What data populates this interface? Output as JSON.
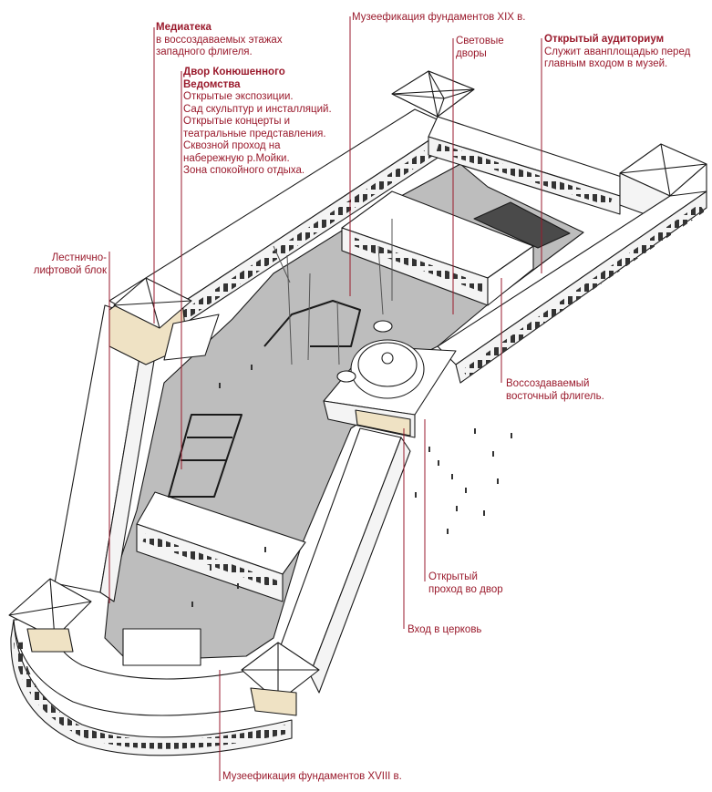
{
  "colors": {
    "accent": "#9a1a2c",
    "line": "#1a1a1a",
    "roof": "#ffffff",
    "courtyard": "#bdbdbd",
    "stair_block": "#efe2c4"
  },
  "labels": {
    "mediateka": {
      "title": "Медиатека",
      "lines": [
        "в воссоздаваемых этажах",
        "западного флигеля."
      ]
    },
    "dvor": {
      "title_lines": [
        "Двор Конюшенного",
        "Ведомства"
      ],
      "lines": [
        "Открытые экспозиции.",
        "Сад скульптур и инсталляций.",
        "Открытые концерты и",
        "театральные представления.",
        "Сквозной проход на",
        "набережную р.Мойки.",
        "Зона спокойного отдыха."
      ]
    },
    "museum_xix": {
      "text": "Музеефикация фундаментов XIX в."
    },
    "light_courts": {
      "lines": [
        "Световые",
        "дворы"
      ]
    },
    "auditorium": {
      "title": "Открытый аудиториум",
      "lines": [
        "Служит аванплощадью перед",
        "главным входом в музей."
      ]
    },
    "stair_lift": {
      "lines": [
        "Лестнично-",
        "лифтовой блок"
      ]
    },
    "east_wing": {
      "lines": [
        "Воссоздаваемый",
        "восточный флигель."
      ]
    },
    "open_passage": {
      "lines": [
        "Открытый",
        "проход во двор"
      ]
    },
    "church_entrance": {
      "text": "Вход в церковь"
    },
    "museum_xviii": {
      "text": "Музеефикация фундаментов XVIII в."
    }
  }
}
